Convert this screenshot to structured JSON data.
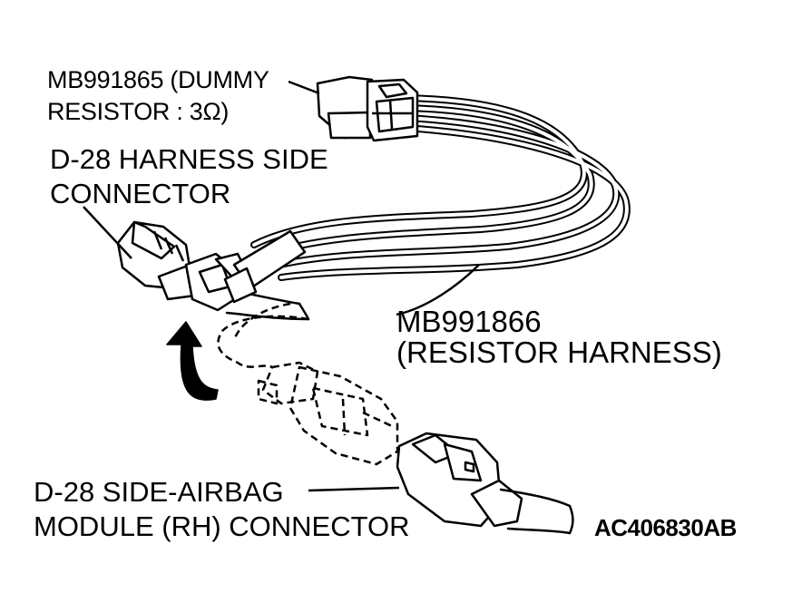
{
  "labels": {
    "dummy_resistor": {
      "line1": "MB991865 (DUMMY",
      "line2": "RESISTOR : 3Ω)"
    },
    "harness_side_connector": {
      "line1": "D-28 HARNESS SIDE",
      "line2": "CONNECTOR"
    },
    "resistor_harness": {
      "line1": "MB991866",
      "line2": "(RESISTOR HARNESS)"
    },
    "airbag_module_connector": {
      "line1": "D-28 SIDE-AIRBAG",
      "line2": "MODULE (RH) CONNECTOR"
    },
    "figure_code": "AC406830AB"
  },
  "colors": {
    "line": "#000000",
    "background": "#ffffff"
  }
}
